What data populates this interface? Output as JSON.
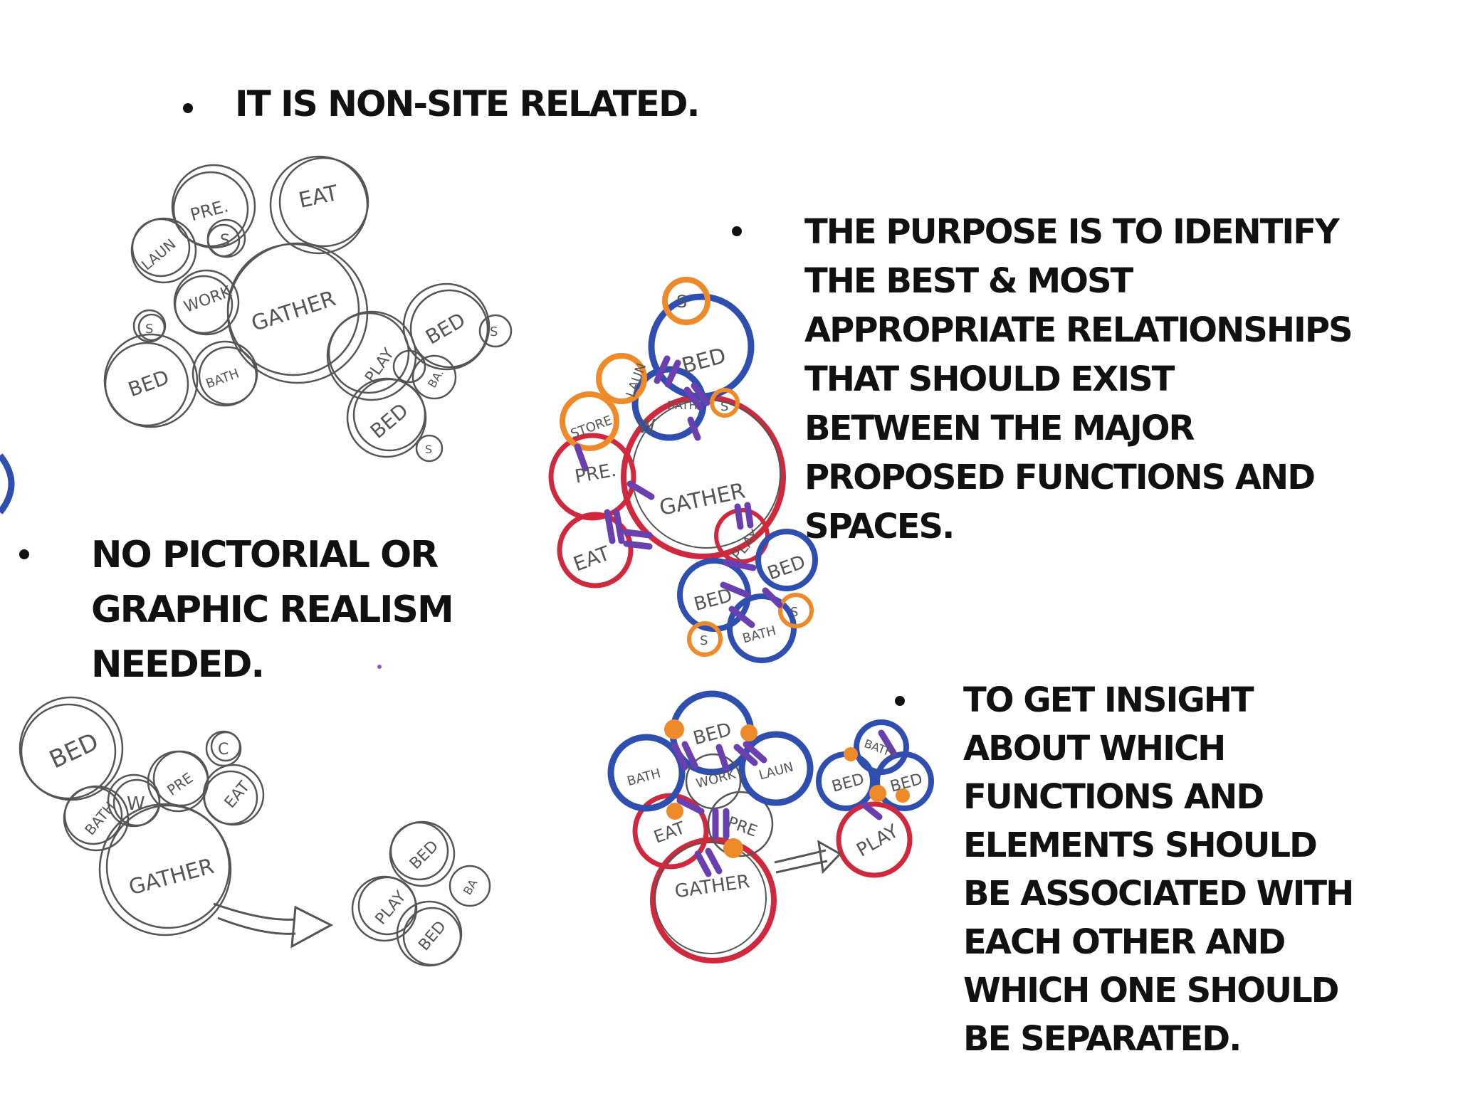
{
  "bullets": {
    "non_site": "IT IS NON-SITE RELATED.",
    "purpose": "THE PURPOSE IS TO IDENTIFY\nTHE BEST & MOST\nAPPROPRIATE RELATIONSHIPS\nTHAT SHOULD EXIST\nBETWEEN THE MAJOR\nPROPOSED FUNCTIONS AND\nSPACES.",
    "no_realism": "NO PICTORIAL OR\nGRAPHIC REALISM\nNEEDED.",
    "insight": "TO GET INSIGHT\nABOUT WHICH\nFUNCTIONS AND\nELEMENTS SHOULD\nBE ASSOCIATED WITH\nEACH OTHER AND\nWHICH ONE SHOULD\nBE SEPARATED."
  },
  "sketch_a": {
    "eat": "EAT",
    "pre": "PRE.",
    "laun": "LAUN",
    "s": "S",
    "work": "WORK",
    "gather": "GATHER",
    "bed": "BED",
    "bath": "BATH",
    "play": "PLAY",
    "ba": "BA."
  },
  "sketch_b": {
    "s": "S",
    "bed": "BED",
    "laun": "LAUN",
    "bath": "BATH",
    "store": "STORE",
    "w": "W",
    "pre": "PRE.",
    "gather": "GATHER",
    "eat": "EAT",
    "play": "PLAY"
  },
  "sketch_c": {
    "bed": "BED",
    "c": "C",
    "bath": "BATH",
    "w": "W",
    "pre": "PRE",
    "eat": "EAT",
    "gather": "GATHER",
    "play": "PLAY",
    "ba": "BA"
  },
  "sketch_d": {
    "bed": "BED",
    "bath": "BATH",
    "work": "WORK",
    "laun": "LAUN",
    "eat": "EAT",
    "pre": "PRE",
    "gather": "GATHER",
    "play": "PLAY"
  },
  "colors": {
    "pencil": "#555555",
    "red": "#d0283c",
    "blue": "#2f4fb0",
    "orange": "#ef8a2a",
    "purple": "#6a3fb0"
  }
}
